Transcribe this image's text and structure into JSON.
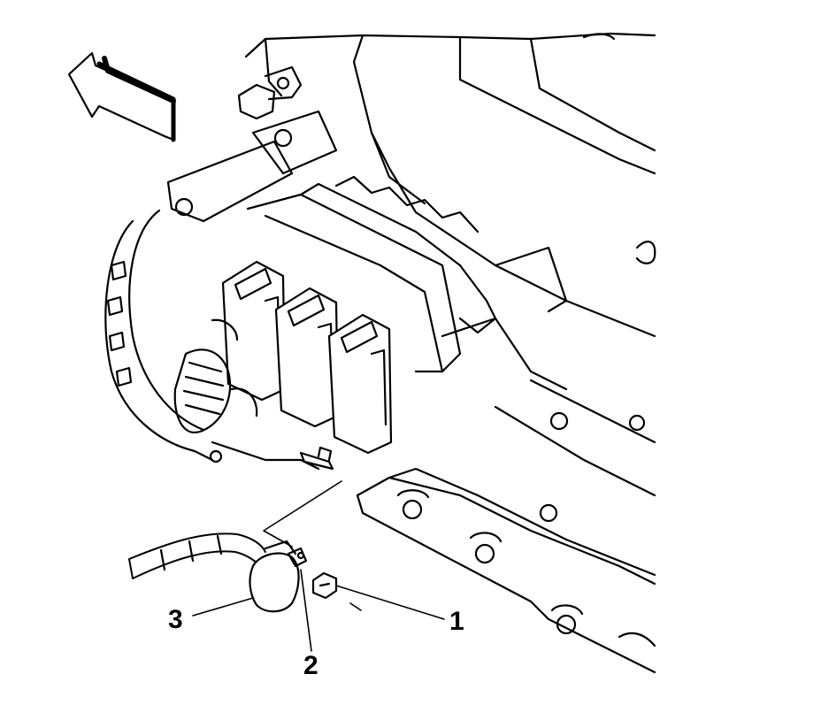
{
  "figure": {
    "callouts": {
      "c1": "1",
      "c2": "2",
      "c3": "3"
    },
    "direction_arrow": "arrow-icon",
    "line_color": "#000000",
    "background": "#ffffff"
  }
}
